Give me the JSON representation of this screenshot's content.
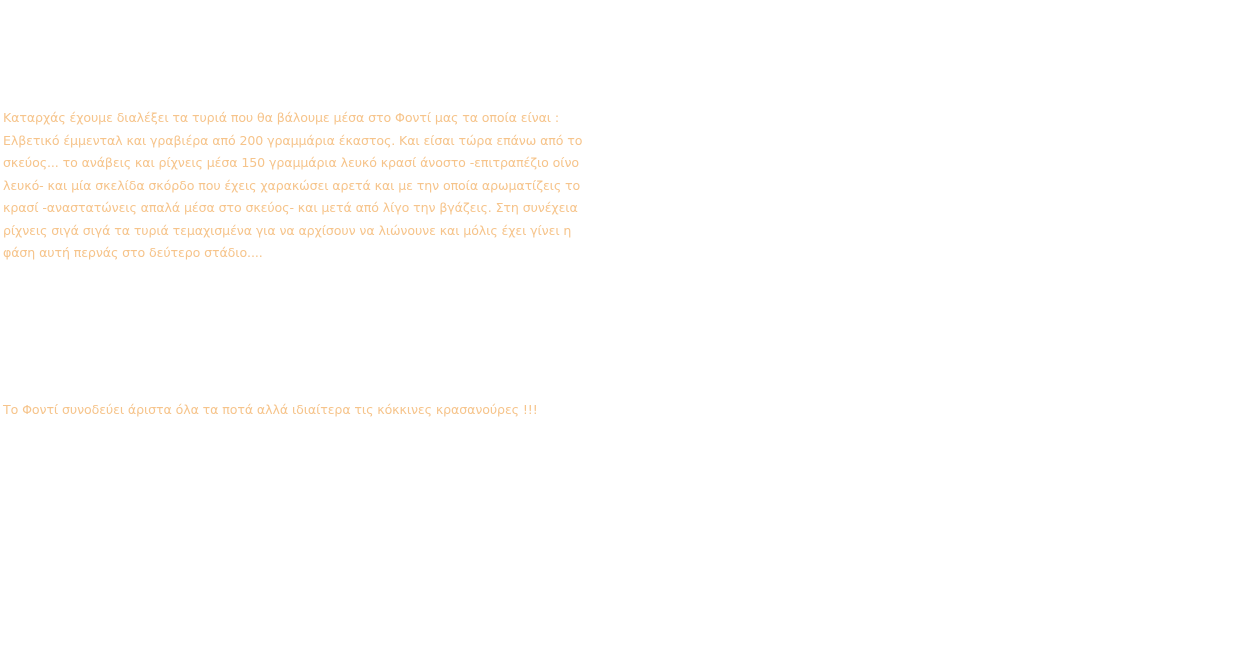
{
  "article": {
    "intro_lines": [
      "Καταρχάς έχουμε διαλέξει τα τυριά που θα βάλουμε μέσα στο Φοντί μας τα οποία είναι :",
      "Ελβετικό έμμενταλ και γραβιέρα από 200 γραμμάρια έκαστος. Και είσαι τώρα επάνω από το",
      "σκεύος... το ανάβεις και ρίχνεις μέσα 150 γραμμάρια λευκό κρασί άνοστο -επιτραπέζιο οίνο",
      "λευκό- και μία σκελίδα σκόρδο που έχεις χαρακώσει αρετά και με την οποία αρωματίζεις το",
      "κρασί -αναστατώνεις απαλά μέσα στο σκεύος- και μετά από λίγο την βγάζεις. Στη συνέχεια",
      "ρίχνεις σιγά σιγά τα τυριά τεμαχισμένα για να αρχίσουν να λιώνουνε και μόλις έχει γίνει η",
      "φάση αυτή περνάς στο δεύτερο στάδιο...."
    ],
    "closing": "Το Φοντί συνοδεύει άριστα όλα τα ποτά αλλά ιδιαίτερα τις κόκκινες κρασανούρες !!!"
  },
  "colors": {
    "text": "#f6c48b",
    "background": "#ffffff"
  }
}
